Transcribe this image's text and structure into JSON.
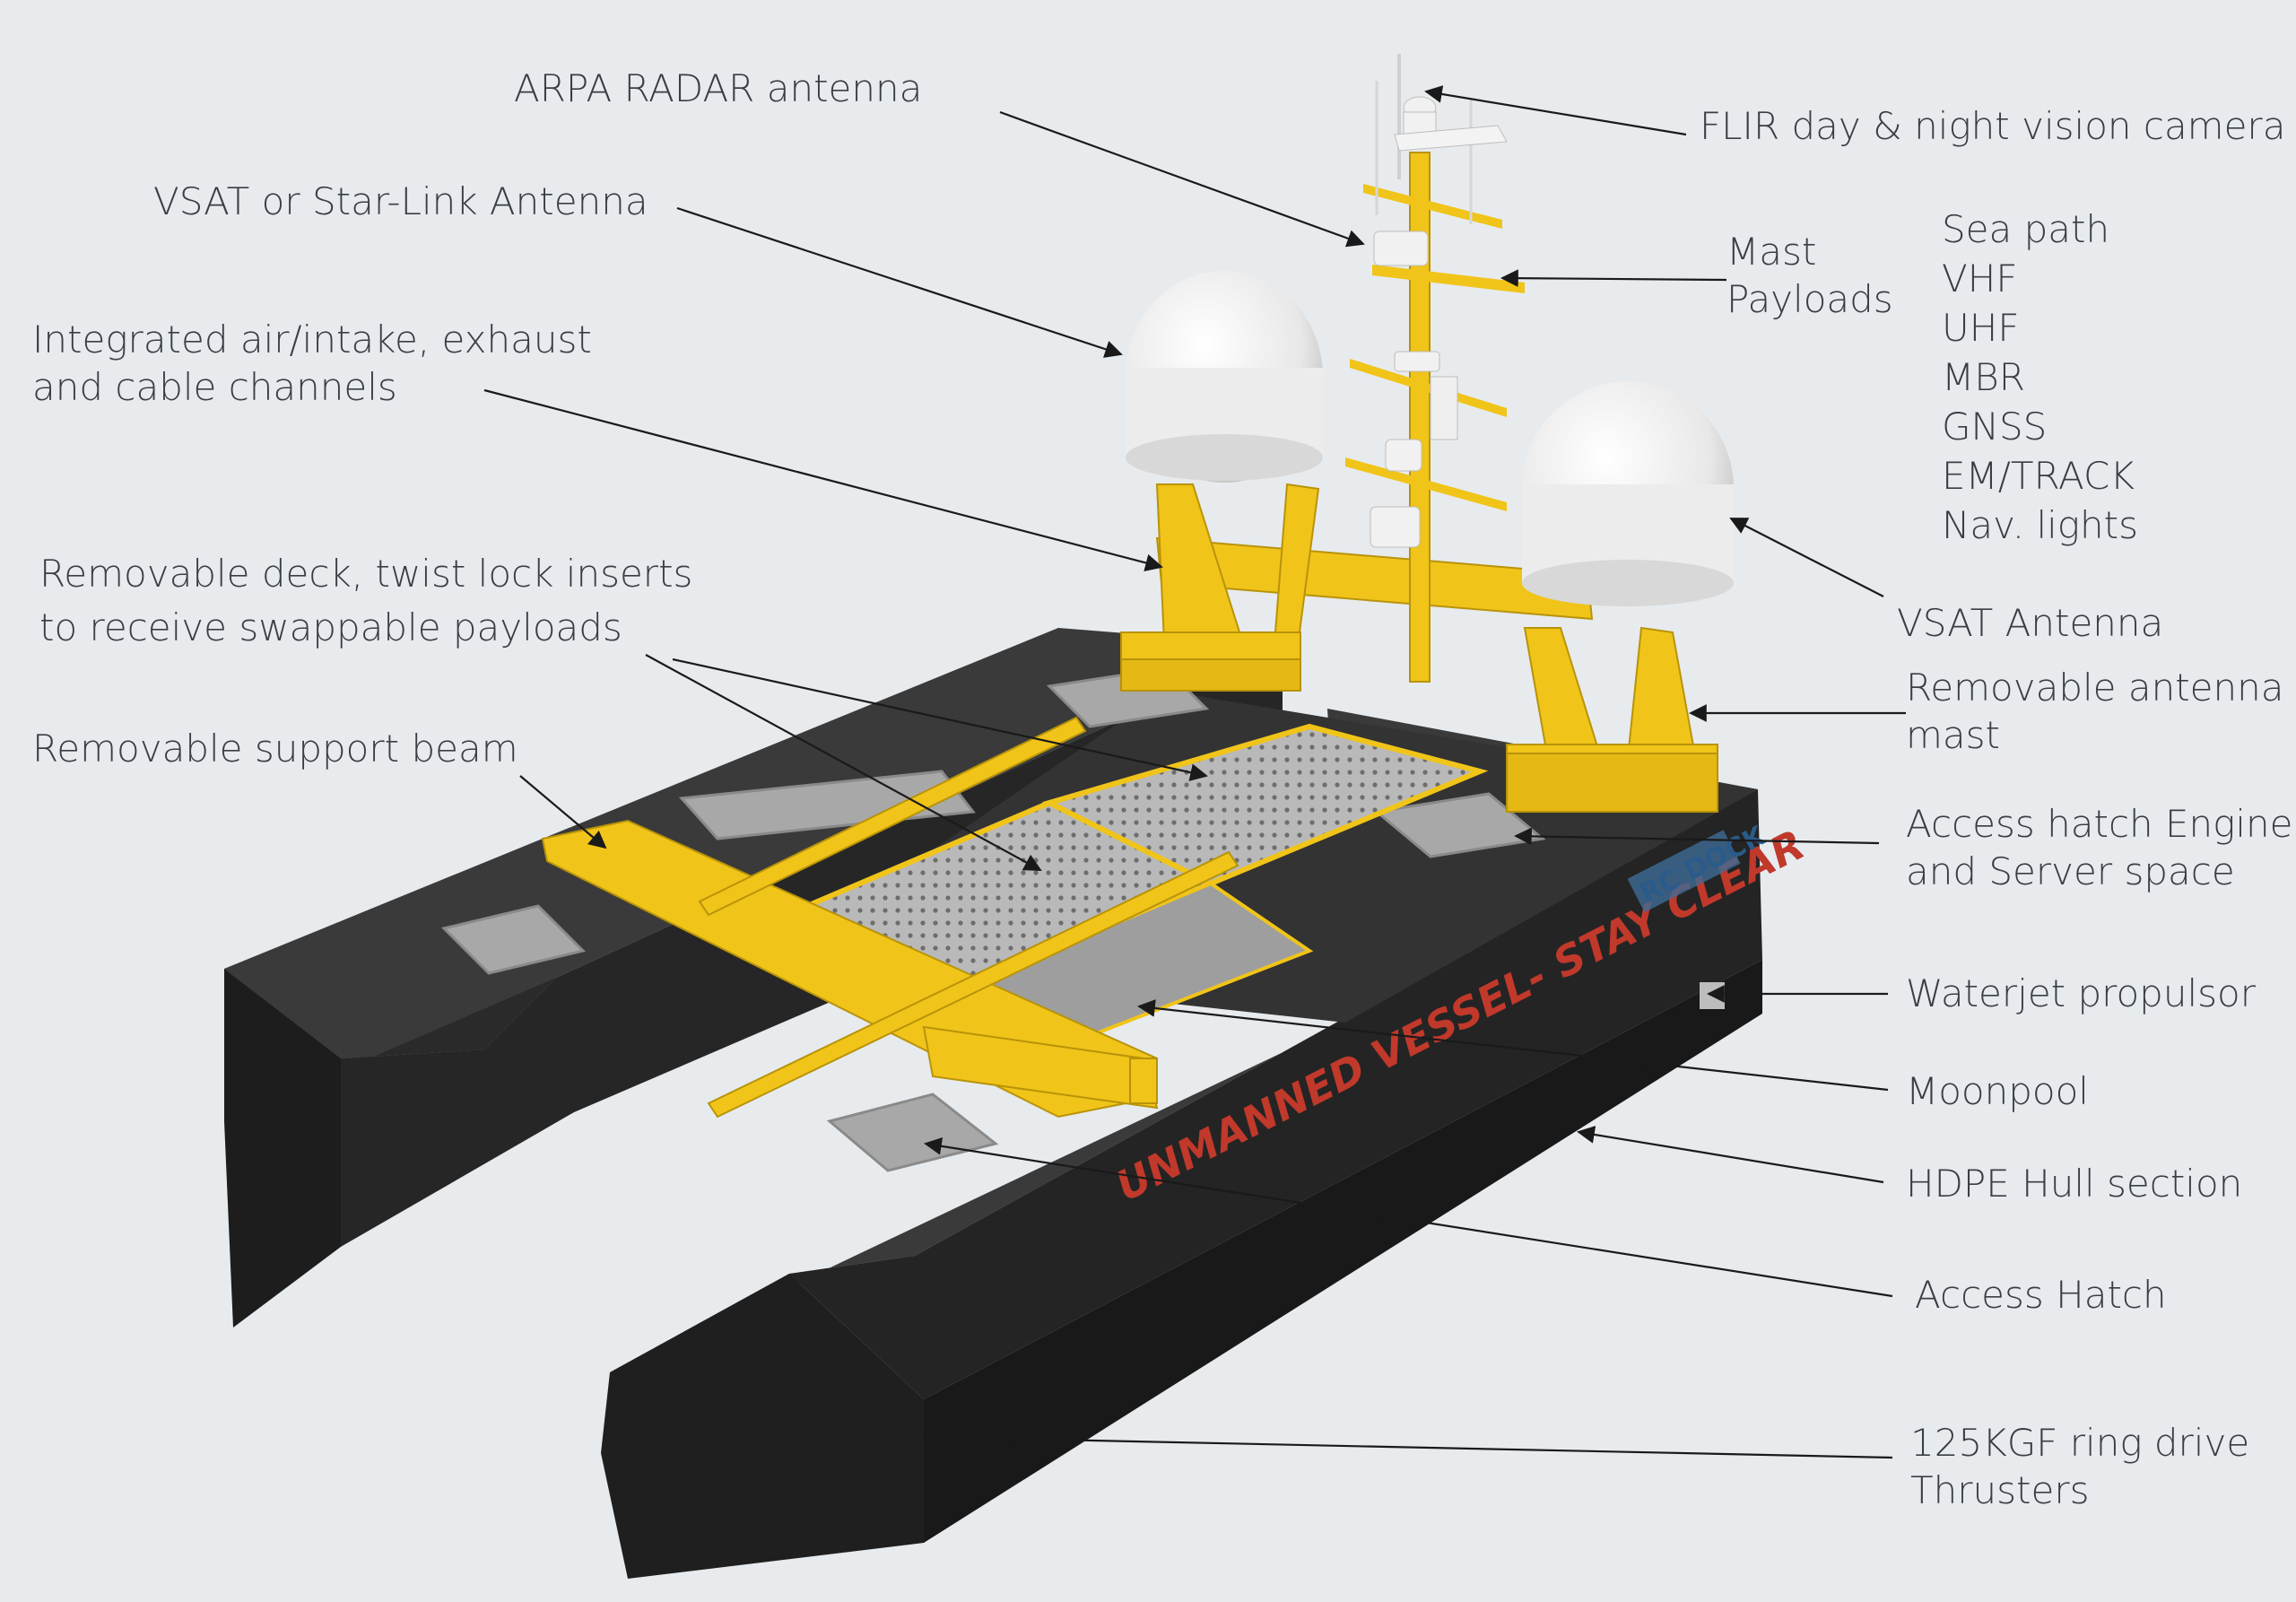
{
  "labels": {
    "arpa_radar": "ARPA RADAR antenna",
    "vsat_starlink": "VSAT or Star-Link Antenna",
    "air_intake_line1": "Integrated air/intake, exhaust",
    "air_intake_line2": "and cable channels",
    "removable_deck_line1": "Removable deck, twist lock inserts",
    "removable_deck_line2": "to receive swappable payloads",
    "support_beam": "Removable support beam",
    "flir_camera": "FLIR day & night  vision camera",
    "mast_payloads_line1": "Mast",
    "mast_payloads_line2": "Payloads",
    "mast_payload_items": [
      "Sea path",
      "VHF",
      "UHF",
      "MBR",
      "GNSS",
      "EM/TRACK",
      "Nav. lights"
    ],
    "vsat_antenna": "VSAT Antenna",
    "antenna_mast_line1": "Removable antenna",
    "antenna_mast_line2": "mast",
    "access_hatch_engine_line1": "Access hatch Engine",
    "access_hatch_engine_line2": "and Server space",
    "waterjet": "Waterjet propulsor",
    "moonpool": "Moonpool",
    "hdpe_hull": "HDPE Hull section",
    "access_hatch": "Access Hatch",
    "thrusters_line1": "125KGF ring drive",
    "thrusters_line2": "Thrusters"
  },
  "hull_text": "UNMANNED VESSEL- STAY CLEAR",
  "logo_text": "RC DOCK",
  "colors": {
    "background": "#e7ebee",
    "hull": "#2b2b2b",
    "hull_side": "#1f1f1f",
    "deck_frame": "#f0c419",
    "hull_text": "#c0392b",
    "radome": "#f2f2f2",
    "text": "#3a3d42"
  }
}
